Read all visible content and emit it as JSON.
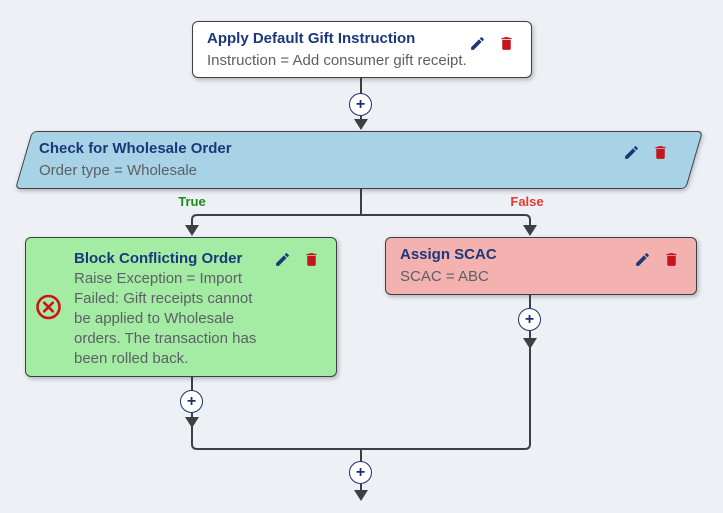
{
  "app": {
    "view": "workflow-rule-builder"
  },
  "colors": {
    "background": "#edf0f5",
    "connector": "#3c4043",
    "node_title": "#1c3879",
    "node_subtitle": "#5c6066",
    "action_node_bg": "#ffffff",
    "condition_node_bg": "#a8d2e6",
    "true_branch_node_bg": "#a4eca4",
    "false_branch_node_bg": "#f3b2af",
    "true_label_color": "#1f8b1f",
    "false_label_color": "#e8392e",
    "edit_icon_color": "#1c3879",
    "delete_icon_color": "#c4161c",
    "error_icon_color": "#cc1414"
  },
  "icons": {
    "edit": "pencil",
    "delete": "trash-can",
    "error": "circle-x",
    "add_step": "plus-circle"
  },
  "nodes": {
    "apply_gift": {
      "title": "Apply Default Gift Instruction",
      "subtitle": "Instruction = Add consumer gift receipt."
    },
    "check_wholesale": {
      "title": "Check for Wholesale Order",
      "subtitle": "Order type = Wholesale"
    },
    "block_order": {
      "title": "Block Conflicting Order",
      "body": "Raise Exception = Import\nFailed: Gift receipts cannot\nbe applied to Wholesale\norders. The transaction has\nbeen rolled back."
    },
    "assign_scac": {
      "title": "Assign SCAC",
      "subtitle": "SCAC = ABC"
    }
  },
  "branches": {
    "true_label": "True",
    "false_label": "False"
  },
  "buttons": {
    "add_step": "+"
  }
}
